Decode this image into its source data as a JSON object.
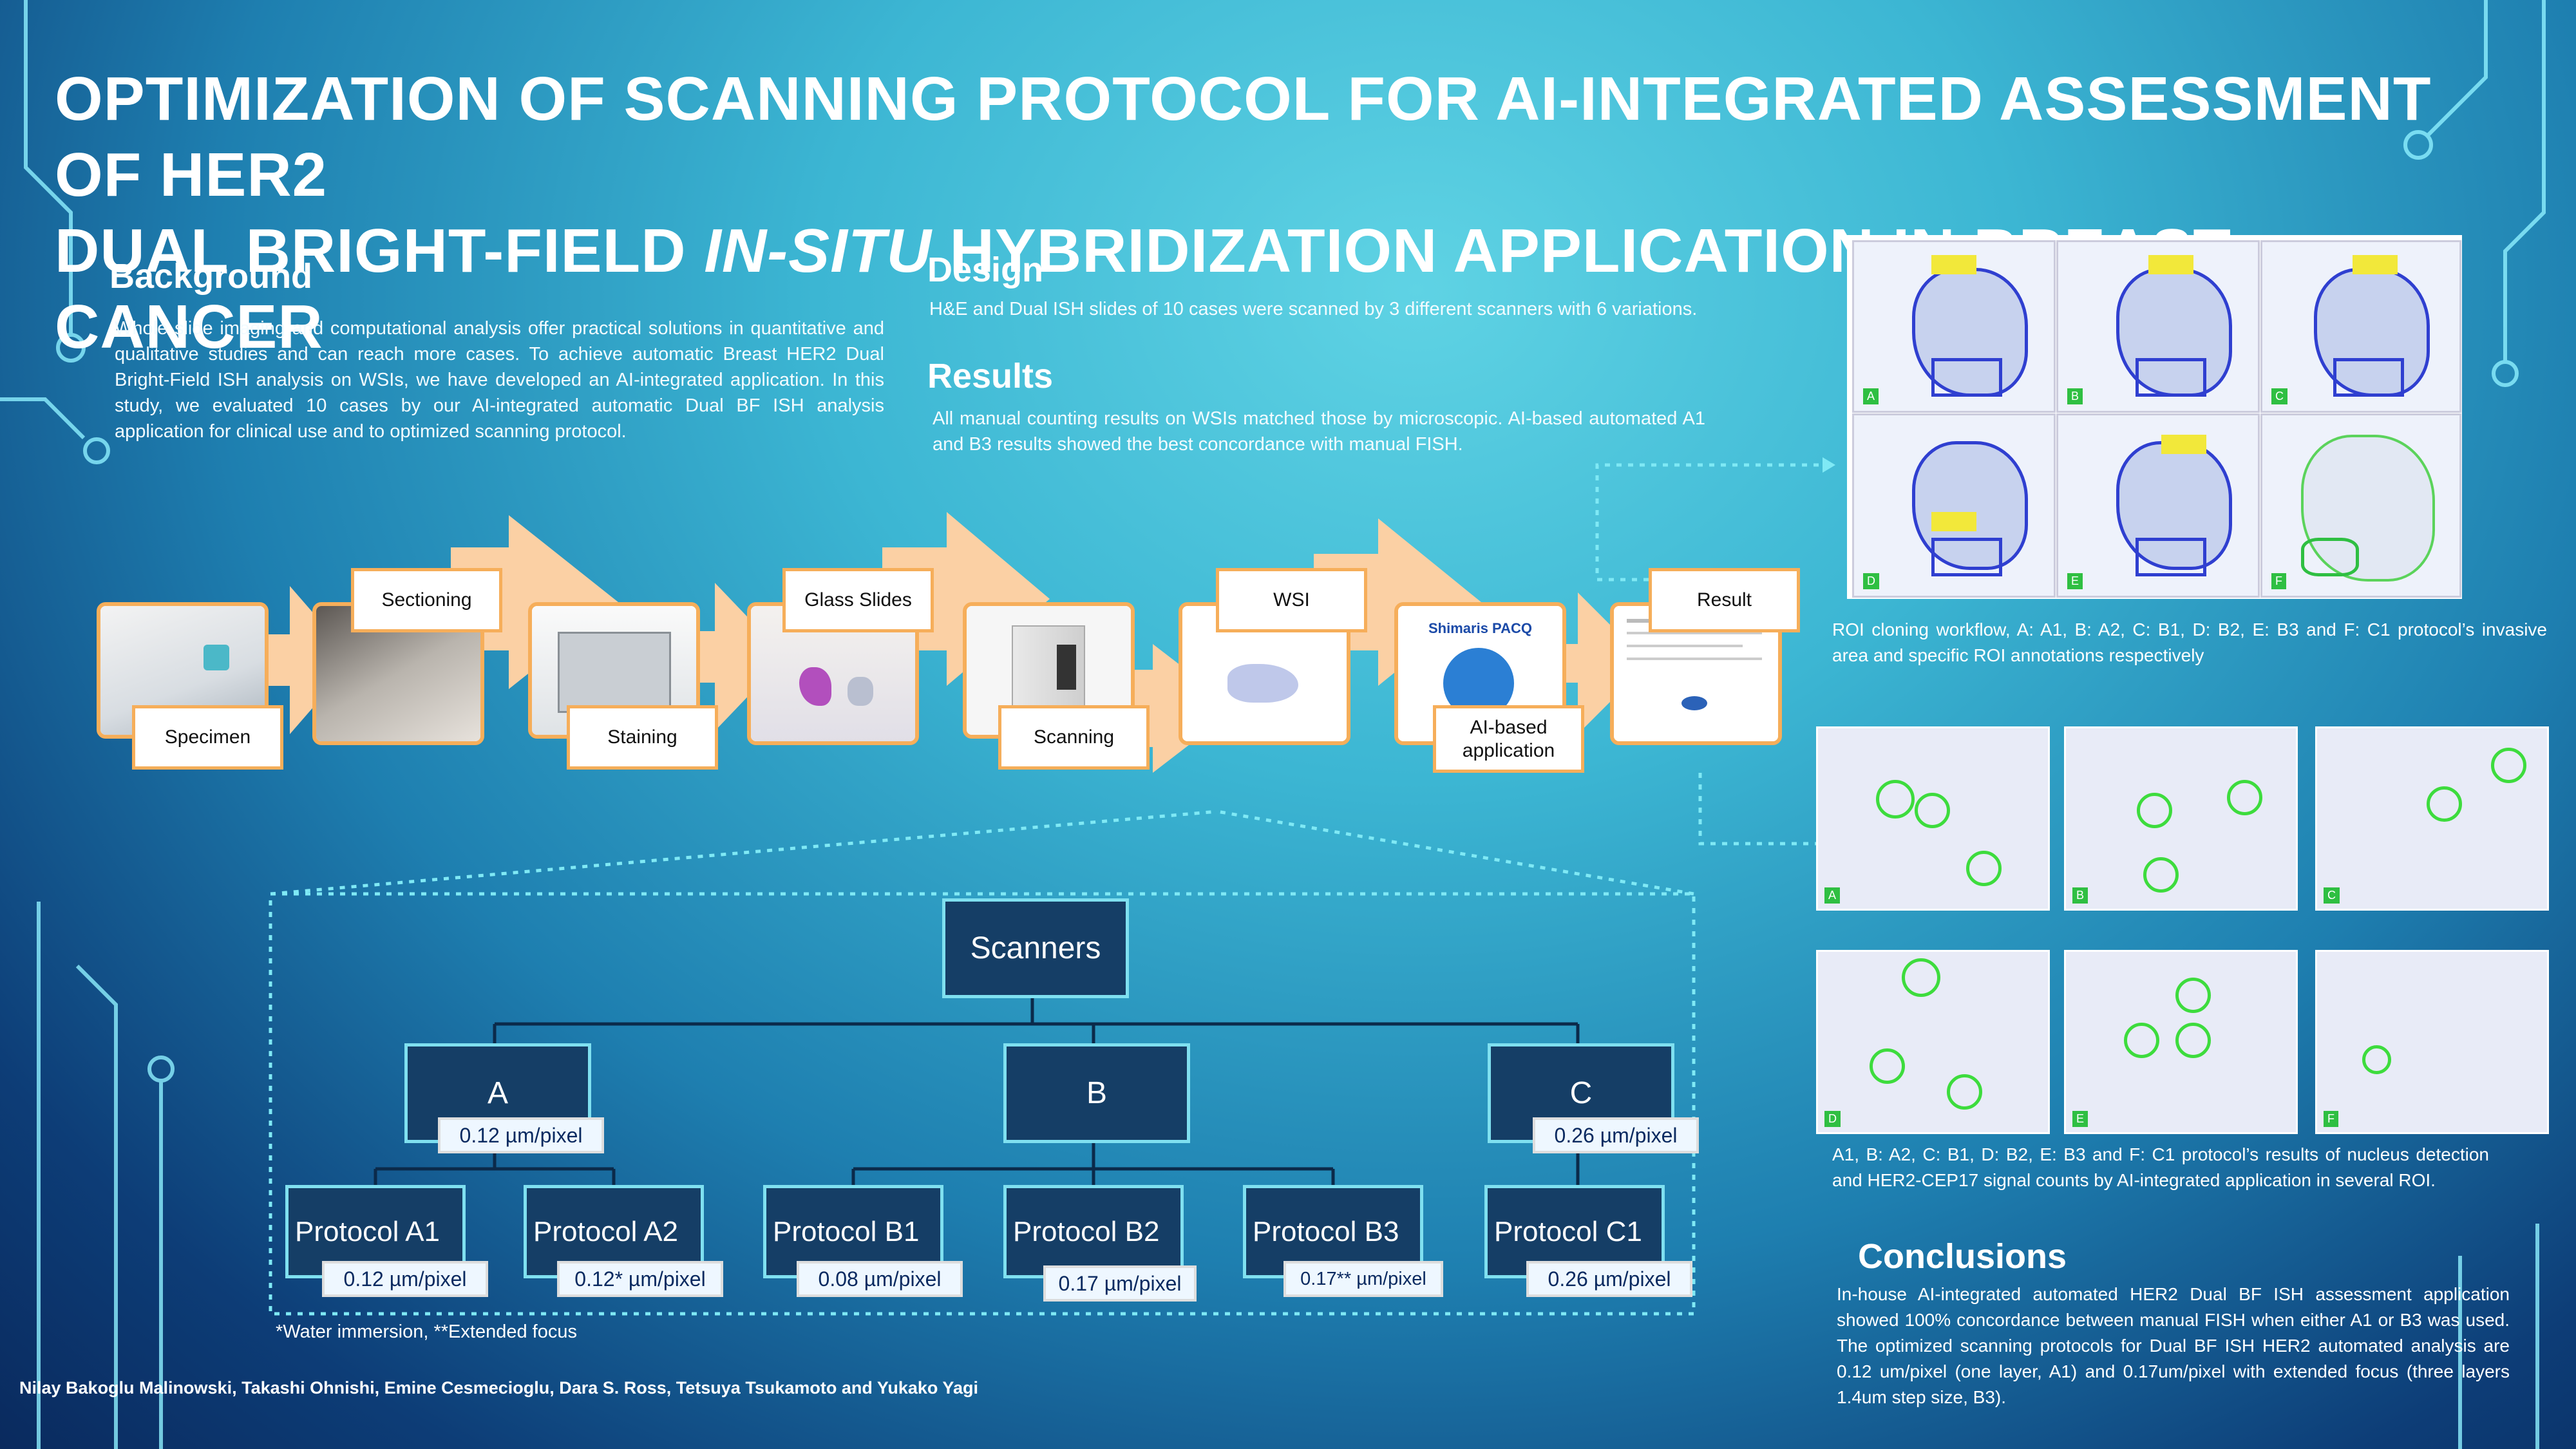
{
  "title": {
    "line1": "OPTIMIZATION OF SCANNING PROTOCOL FOR AI-INTEGRATED ASSESSMENT OF HER2",
    "line2_pre": "DUAL BRIGHT-FIELD ",
    "line2_italic": "IN-SITU",
    "line2_post": " HYBRIDIZATION APPLICATION IN BREAST CANCER"
  },
  "background": {
    "heading": "Background",
    "text": "Whole slide imaging and computational analysis offer practical solutions in quantitative and qualitative studies and can reach more cases. To achieve automatic Breast HER2 Dual Bright-Field ISH analysis on WSIs, we have developed an AI-integrated application. In this study, we evaluated 10 cases by our AI-integrated automatic Dual BF ISH analysis application for clinical use and to optimized scanning protocol."
  },
  "design": {
    "heading": "Design",
    "text": "H&E and Dual ISH slides of 10 cases were scanned by 3 different scanners with 6 variations."
  },
  "results": {
    "heading": "Results",
    "text": "All manual counting results on WSIs matched those by microscopic. AI-based automated A1 and B3 results showed the best concordance with manual FISH."
  },
  "workflow": {
    "specimen": "Specimen",
    "sectioning": "Sectioning",
    "staining": "Staining",
    "glass_slides": "Glass Slides",
    "scanning": "Scanning",
    "wsi": "WSI",
    "ai_app_l1": "AI-based",
    "ai_app_l2": "application",
    "result": "Result",
    "pacq_logo": "Shimaris PACQ"
  },
  "scanners": {
    "root": "Scanners",
    "a": {
      "label": "A",
      "res": "0.12 µm/pixel"
    },
    "b": {
      "label": "B"
    },
    "c": {
      "label": "C",
      "res": "0.26 µm/pixel"
    },
    "protocols": [
      {
        "label": "Protocol A1",
        "res": "0.12 µm/pixel"
      },
      {
        "label": "Protocol A2",
        "res": "0.12* µm/pixel"
      },
      {
        "label": "Protocol B1",
        "res": "0.08 µm/pixel"
      },
      {
        "label": "Protocol B2",
        "res": "0.17 µm/pixel"
      },
      {
        "label": "Protocol B3",
        "res": "0.17** µm/pixel"
      },
      {
        "label": "Protocol C1",
        "res": "0.26 µm/pixel"
      }
    ],
    "footnote": "*Water immersion, **Extended focus"
  },
  "roi_panel": {
    "tiles": [
      "A",
      "B",
      "C",
      "D",
      "E",
      "F"
    ],
    "caption": "ROI cloning workflow, A: A1, B: A2, C: B1, D: B2, E: B3 and F: C1 protocol’s invasive area and specific ROI annotations respectively"
  },
  "nucleus_panel": {
    "tiles": [
      "A",
      "B",
      "C",
      "D",
      "E",
      "F"
    ],
    "caption": "A1, B: A2, C: B1, D: B2, E: B3 and F: C1 protocol’s results of nucleus detection and HER2-CEP17 signal counts by AI-integrated application in several ROI."
  },
  "conclusions": {
    "heading": "Conclusions",
    "text": "In-house AI-integrated automated HER2 Dual BF ISH assessment application showed 100% concordance between manual FISH when either A1 or B3 was used. The optimized scanning protocols for Dual BF ISH HER2 automated analysis are 0.12 um/pixel (one layer, A1) and 0.17um/pixel with extended focus (three layers 1.4um step size, B3)."
  },
  "authors": "Nilay Bakoglu Malinowski, Takashi Ohnishi, Emine Cesmecioglu, Dara S. Ross, Tetsuya Tsukamoto and Yukako Yagi",
  "colors": {
    "accent_orange": "#f6ae5a",
    "box_dark": "#153e66",
    "box_border": "#7fe0f0",
    "roi_green": "#2fbf42"
  }
}
